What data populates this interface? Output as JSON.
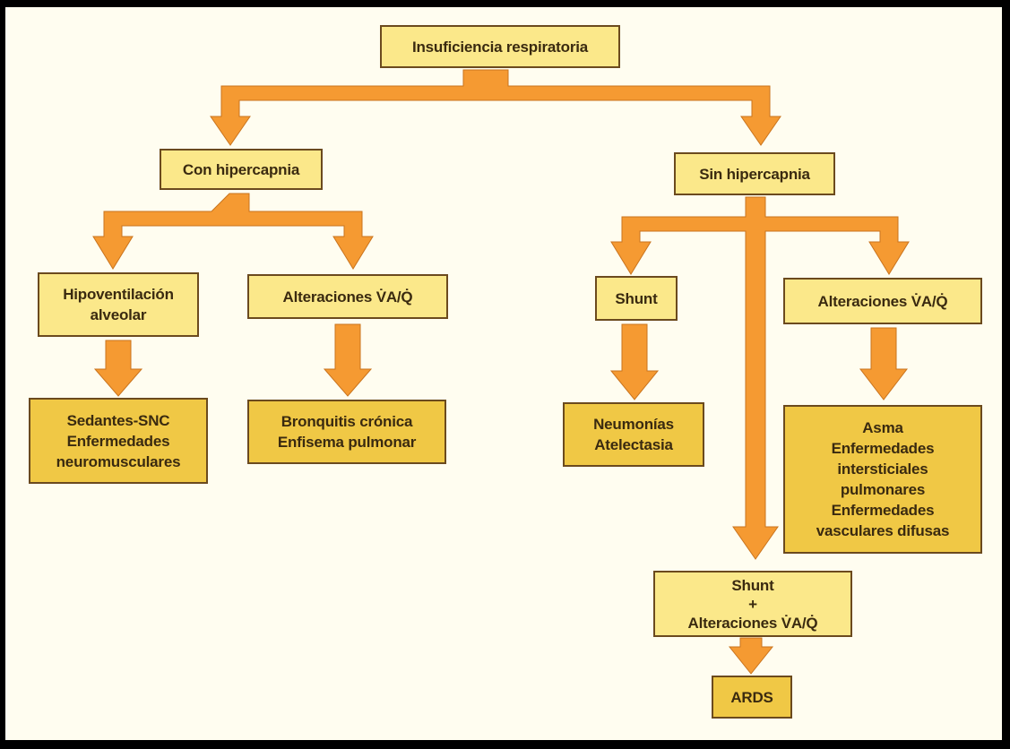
{
  "title": "Insuficiencia respiratoria",
  "colors": {
    "arrow": "#f59a32",
    "light_box": "#fbe88a",
    "dark_box": "#f0c845",
    "border": "#6b4a1e",
    "background": "#fffdf0"
  },
  "nodes": {
    "root": "Insuficiencia respiratoria",
    "con_hipercapnia": "Con hipercapnia",
    "sin_hipercapnia": "Sin hipercapnia",
    "hipoventilacion": "Hipoventilación\nalveolar",
    "alteraciones_left": "Alteraciones V̇A/Q̇",
    "shunt": "Shunt",
    "alteraciones_right": "Alteraciones V̇A/Q̇",
    "sedantes": "Sedantes-SNC\nEnfermedades\nneuromusculares",
    "bronquitis": "Bronquitis crónica\nEnfisema pulmonar",
    "neumonias": "Neumonías\nAtelectasia",
    "asma": "Asma\nEnfermedades\nintersticiales\npulmonares\nEnfermedades\nvasculares difusas",
    "shunt_alteraciones": "Shunt\n+\nAlteraciones V̇A/Q̇",
    "ards": "ARDS"
  },
  "edges": [
    [
      "root",
      "con_hipercapnia"
    ],
    [
      "root",
      "sin_hipercapnia"
    ],
    [
      "con_hipercapnia",
      "hipoventilacion"
    ],
    [
      "con_hipercapnia",
      "alteraciones_left"
    ],
    [
      "sin_hipercapnia",
      "shunt"
    ],
    [
      "sin_hipercapnia",
      "alteraciones_right"
    ],
    [
      "sin_hipercapnia",
      "shunt_alteraciones"
    ],
    [
      "hipoventilacion",
      "sedantes"
    ],
    [
      "alteraciones_left",
      "bronquitis"
    ],
    [
      "shunt",
      "neumonias"
    ],
    [
      "alteraciones_right",
      "asma"
    ],
    [
      "shunt_alteraciones",
      "ards"
    ]
  ]
}
